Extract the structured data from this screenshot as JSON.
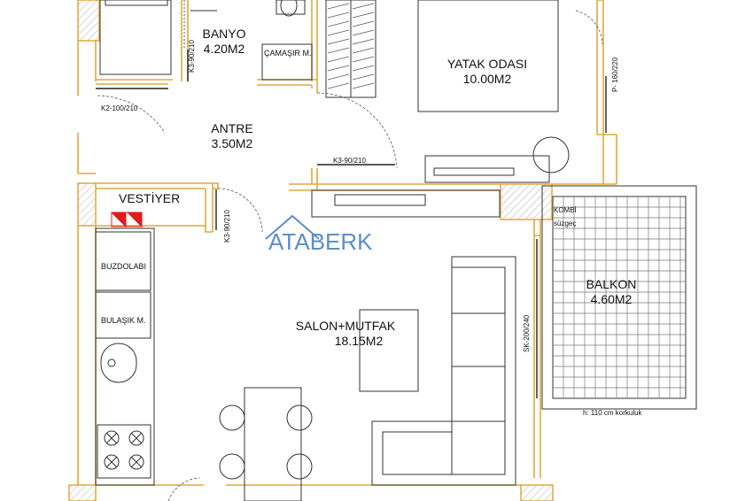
{
  "rooms": {
    "banyo": {
      "name": "BANYO",
      "area": "4.20M2"
    },
    "yatak": {
      "name": "YATAK ODASI",
      "area": "10.00M2"
    },
    "antre": {
      "name": "ANTRE",
      "area": "3.50M2"
    },
    "salon": {
      "name": "SALON+MUTFAK",
      "area": "18.15M2"
    },
    "balkon": {
      "name": "BALKON",
      "area": "4.60M2"
    },
    "vestiyer": {
      "name": "VESTİYER"
    }
  },
  "fixtures": {
    "camasir": "ÇAMAŞIR M.",
    "buzdolabi": "BUZDOLABI",
    "bulasik": "BULAŞIK M.",
    "kombi": "KOMBİ",
    "suzgec": "süzgeç"
  },
  "doors": {
    "k3_banyo": "K3-90/210",
    "k2": "K2-100/210",
    "k3_yatak": "K3-90/210",
    "k3_vestiyer": "K3-90/210",
    "p_balkon": "P- 160/220",
    "sk_balkon": "SK-200/240"
  },
  "notes": {
    "korkuluk": "h: 110 cm korkuluk"
  },
  "logo": {
    "text": "ATABERK"
  },
  "colors": {
    "wall": "#e0a83a",
    "line": "#222222",
    "logo": "#5b8fc9",
    "marker": "#e01b1b"
  }
}
